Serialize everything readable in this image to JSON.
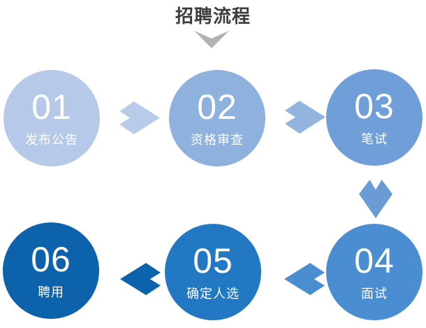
{
  "header": {
    "title": "招聘流程"
  },
  "pointer": {
    "icon": "chevron-down-icon",
    "color": "#b2b2b2"
  },
  "colors": {
    "title_text": "#3c3c3c",
    "step_text": "#ffffff"
  },
  "steps": [
    {
      "number": "01",
      "label": "发布公告",
      "color": "#b6c9e8"
    },
    {
      "number": "02",
      "label": "资格审查",
      "color": "#8fb1de"
    },
    {
      "number": "03",
      "label": "笔试",
      "color": "#6f9ed8"
    },
    {
      "number": "04",
      "label": "面试",
      "color": "#4a8ed1"
    },
    {
      "number": "05",
      "label": "确定人选",
      "color": "#2278c3"
    },
    {
      "number": "06",
      "label": "聘用",
      "color": "#0d62ac"
    }
  ],
  "arrows": [
    {
      "from": "01",
      "to": "02",
      "direction": "right",
      "color": "#b8cce9"
    },
    {
      "from": "02",
      "to": "03",
      "direction": "right",
      "color": "#93b4df"
    },
    {
      "from": "03",
      "to": "04",
      "direction": "down",
      "color": "#6b9bd4"
    },
    {
      "from": "04",
      "to": "05",
      "direction": "left",
      "color": "#4a8ed1"
    },
    {
      "from": "05",
      "to": "06",
      "direction": "left",
      "color": "#0d62ac"
    }
  ]
}
